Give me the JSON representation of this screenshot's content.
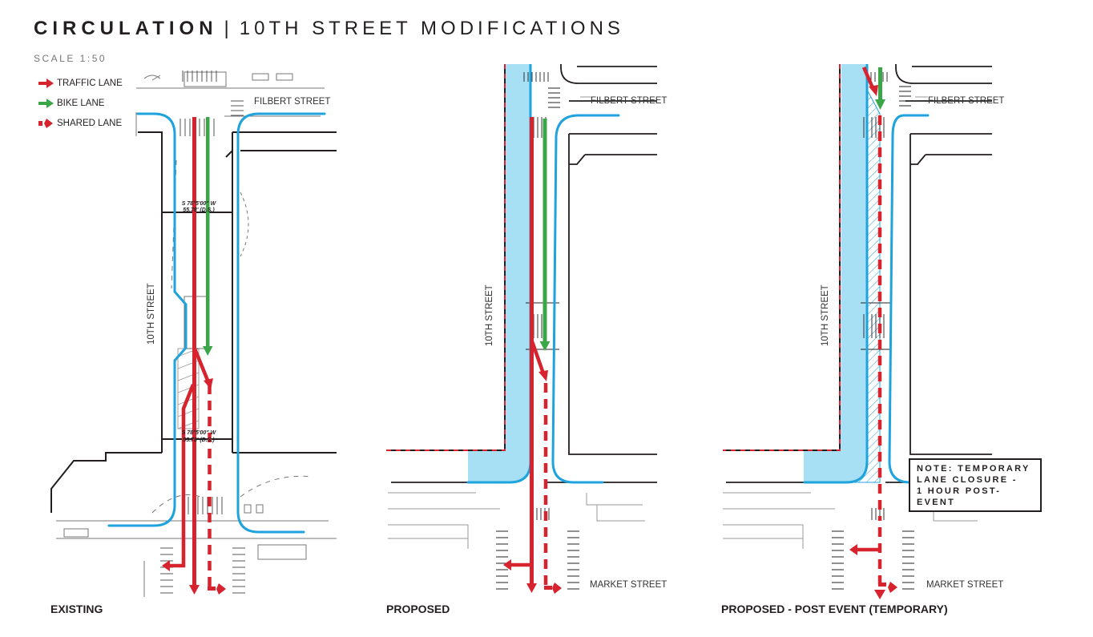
{
  "header": {
    "title_bold": "CIRCULATION",
    "title_separator": "|",
    "title_rest": "10TH STREET MODIFICATIONS",
    "scale": "SCALE 1:50"
  },
  "legend": {
    "items": [
      {
        "label": "TRAFFIC LANE",
        "icon": "solid-arrow-icon",
        "color": "#d7232d"
      },
      {
        "label": "BIKE LANE",
        "icon": "solid-arrow-icon",
        "color": "#3aa648"
      },
      {
        "label": "SHARED LANE",
        "icon": "dashed-arrow-icon",
        "color": "#d7232d"
      }
    ]
  },
  "colors": {
    "traffic": "#d7232d",
    "bike": "#3aa648",
    "curb": "#1fa3dc",
    "plaza": "#a7e0f5",
    "linework": "#231f20"
  },
  "plans": [
    {
      "id": "existing",
      "label": "EXISTING",
      "streets": {
        "north": "FILBERT STREET",
        "vertical": "10TH STREET"
      },
      "survey_note_1": "S 78°5'00\" W",
      "survey_note_2": "55.78' (D.S.)"
    },
    {
      "id": "proposed",
      "label": "PROPOSED",
      "streets": {
        "north": "FILBERT STREET",
        "vertical": "10TH STREET",
        "south": "MARKET STREET"
      }
    },
    {
      "id": "post-event",
      "label": "PROPOSED - POST EVENT (TEMPORARY)",
      "streets": {
        "north": "FILBERT STREET",
        "vertical": "10TH STREET",
        "south": "MARKET STREET"
      },
      "note": {
        "line1": "NOTE: TEMPORARY",
        "line2": "LANE CLOSURE -",
        "line3": "1 HOUR POST-EVENT"
      }
    }
  ]
}
